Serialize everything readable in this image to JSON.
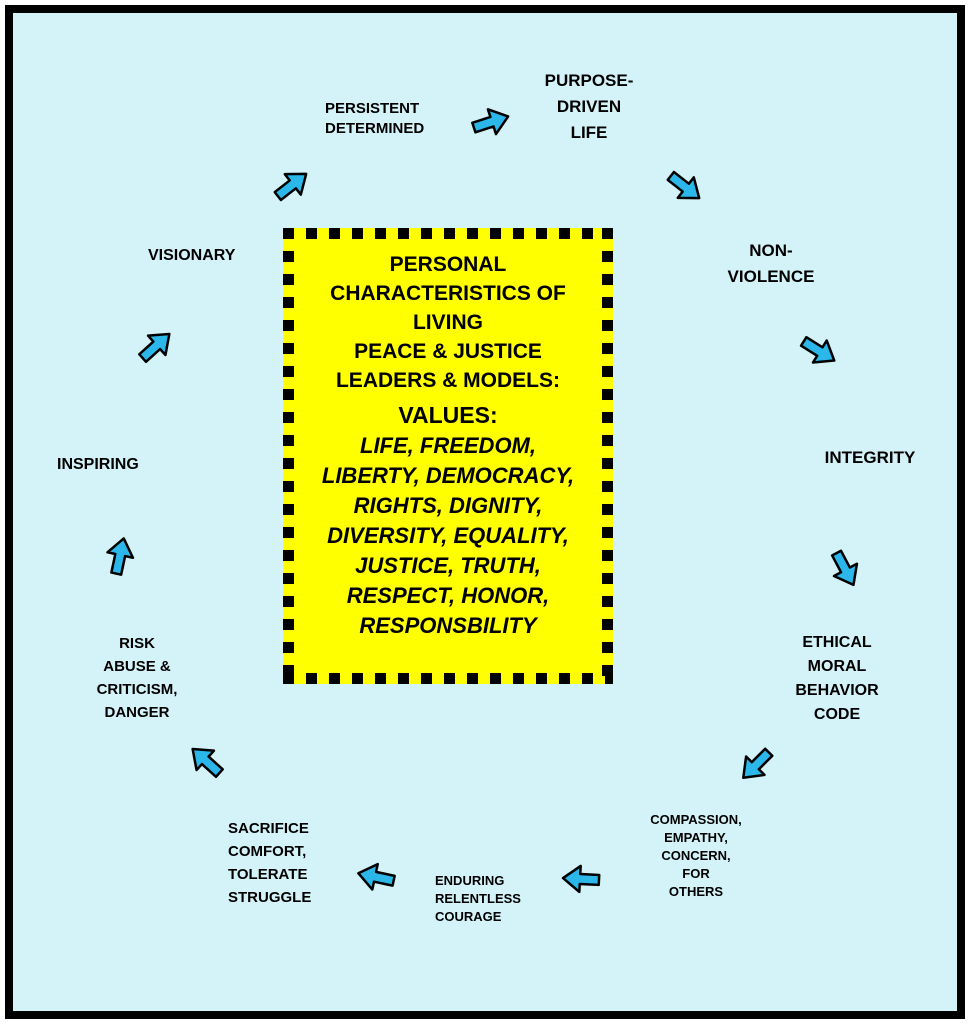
{
  "colors": {
    "background": "#d4f3f8",
    "frame_border": "#000000",
    "box_fill": "#ffff00",
    "box_border": "#000000",
    "arrow_fill": "#2bb7ea",
    "arrow_outline": "#000000",
    "text": "#000000"
  },
  "center_box": {
    "heading": "PERSONAL\nCHARACTERISTICS OF\nLIVING\nPEACE & JUSTICE\nLEADERS & MODELS:",
    "values_label": "VALUES:",
    "values": "LIFE, FREEDOM,\nLIBERTY, DEMOCRACY,\nRIGHTS, DIGNITY,\nDIVERSITY, EQUALITY,\nJUSTICE, TRUTH,\nRESPECT, HONOR,\nRESPONSBILITY"
  },
  "labels": {
    "persistent": "PERSISTENT\nDETERMINED",
    "purpose": "PURPOSE-\nDRIVEN\nLIFE",
    "nonviolence": "NON-\nVIOLENCE",
    "integrity": "INTEGRITY",
    "ethical": "ETHICAL\nMORAL\nBEHAVIOR\nCODE",
    "compassion": "COMPASSION,\nEMPATHY,\nCONCERN,\nFOR\nOTHERS",
    "enduring": "ENDURING\nRELENTLESS\nCOURAGE",
    "sacrifice": "SACRIFICE\nCOMFORT,\nTOLERATE\nSTRUGGLE",
    "risk": "RISK\nABUSE &\nCRITICISM,\nDANGER",
    "inspiring": "INSPIRING",
    "visionary": "VISIONARY"
  },
  "arrows": {
    "count": 11,
    "direction": "clockwise",
    "icon": "block-arrow-icon"
  }
}
